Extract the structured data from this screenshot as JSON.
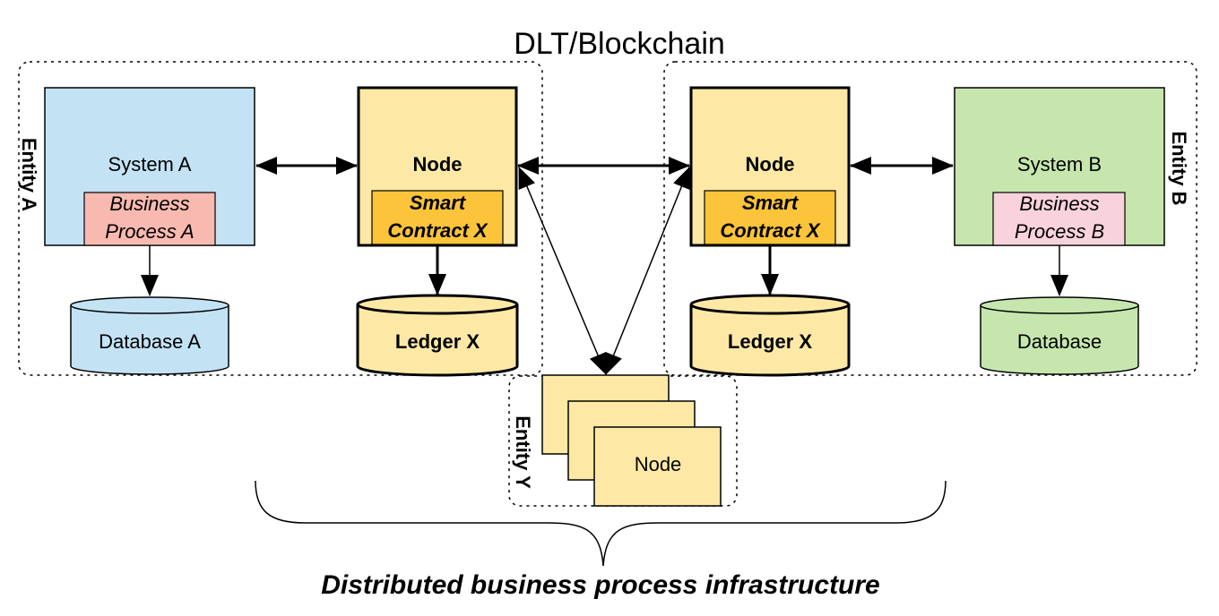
{
  "title": "DLT/Blockchain",
  "caption": "Distributed business process infrastructure",
  "colors": {
    "system_a": "#c3e3f5",
    "business_process_a": "#f8b9b0",
    "system_b": "#c6e6ae",
    "business_process_b": "#f8d2dc",
    "node": "#fde9a5",
    "smart_contract": "#fbc43a",
    "outline": "#000000"
  },
  "entity_a": {
    "label": "Entity A",
    "system": {
      "label": "System A",
      "process_line1": "Business",
      "process_line2": "Process A"
    },
    "database": {
      "label": "Database A"
    },
    "node": {
      "label": "Node",
      "contract_line1": "Smart",
      "contract_line2": "Contract X"
    },
    "ledger": {
      "label": "Ledger X"
    }
  },
  "entity_b": {
    "label": "Entity B",
    "system": {
      "label": "System B",
      "process_line1": "Business",
      "process_line2": "Process B"
    },
    "database": {
      "label": "Database"
    },
    "node": {
      "label": "Node",
      "contract_line1": "Smart",
      "contract_line2": "Contract X"
    },
    "ledger": {
      "label": "Ledger X"
    }
  },
  "entity_y": {
    "label": "Entity Y",
    "node": {
      "label": "Node"
    }
  }
}
